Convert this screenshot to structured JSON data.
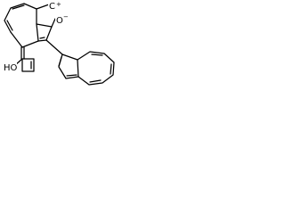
{
  "diagram": {
    "type": "chemical-structure",
    "line_color": "#000000",
    "background": "#ffffff",
    "labels": {
      "ring_c_charge": "+",
      "oxide_atom": "O",
      "oxide_charge": "−",
      "hydroxy": "HO"
    }
  }
}
